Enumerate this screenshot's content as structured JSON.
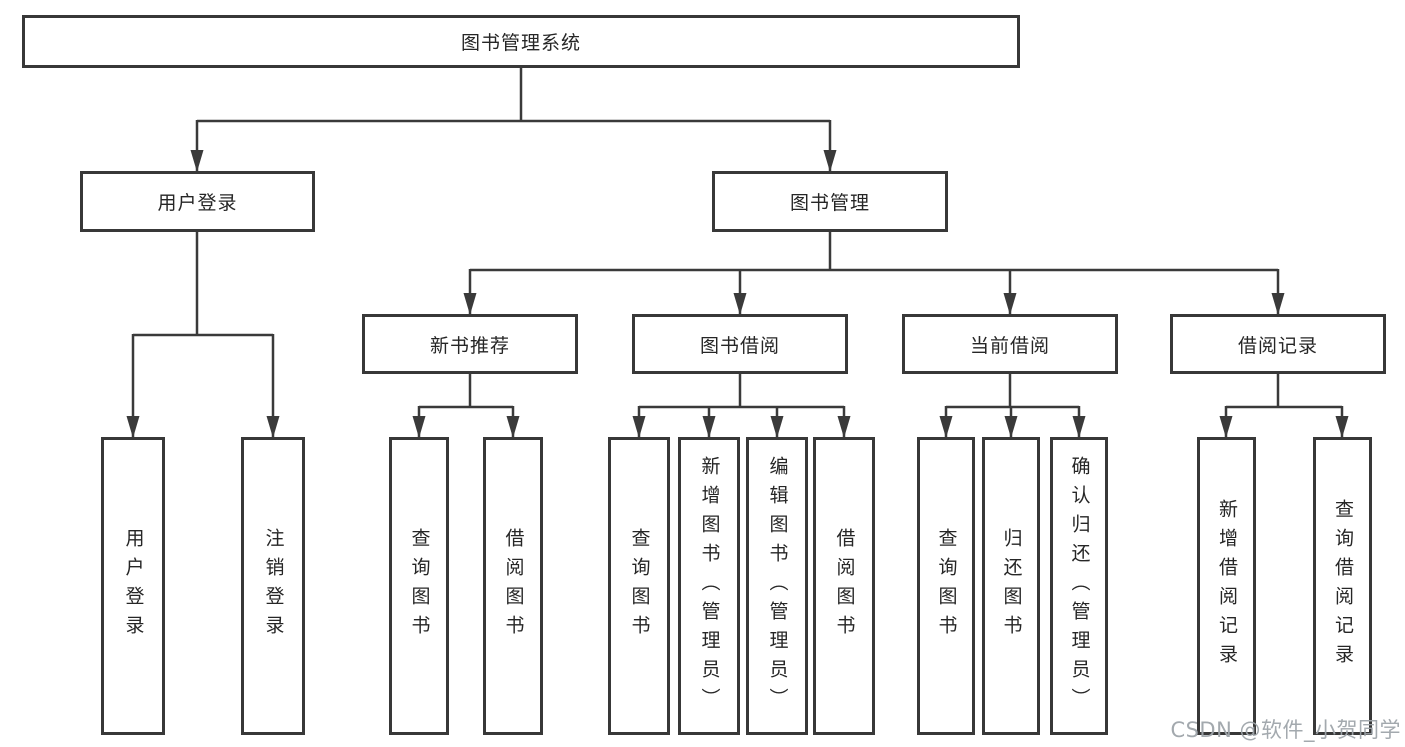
{
  "colors": {
    "line": "#3a3a3a",
    "box_border": "#383838",
    "box_fill": "#ffffff",
    "text": "#262626",
    "watermark": "#9ea4aa"
  },
  "watermark": {
    "text": "CSDN @软件_小贺同学"
  },
  "tree": {
    "root": {
      "label": "图书管理系统"
    },
    "branches": [
      {
        "label": "用户登录",
        "children": [
          {
            "label": "用户登录"
          },
          {
            "label": "注销登录"
          }
        ]
      },
      {
        "label": "图书管理",
        "groups": [
          {
            "label": "新书推荐",
            "children": [
              {
                "label": "查询图书"
              },
              {
                "label": "借阅图书"
              }
            ]
          },
          {
            "label": "图书借阅",
            "children": [
              {
                "label": "查询图书"
              },
              {
                "label": "新增图书（管理员）"
              },
              {
                "label": "编辑图书（管理员）"
              },
              {
                "label": "借阅图书"
              }
            ]
          },
          {
            "label": "当前借阅",
            "children": [
              {
                "label": "查询图书"
              },
              {
                "label": "归还图书"
              },
              {
                "label": "确认归还（管理员）"
              }
            ]
          },
          {
            "label": "借阅记录",
            "children": [
              {
                "label": "新增借阅记录"
              },
              {
                "label": "查询借阅记录"
              }
            ]
          }
        ]
      }
    ]
  }
}
